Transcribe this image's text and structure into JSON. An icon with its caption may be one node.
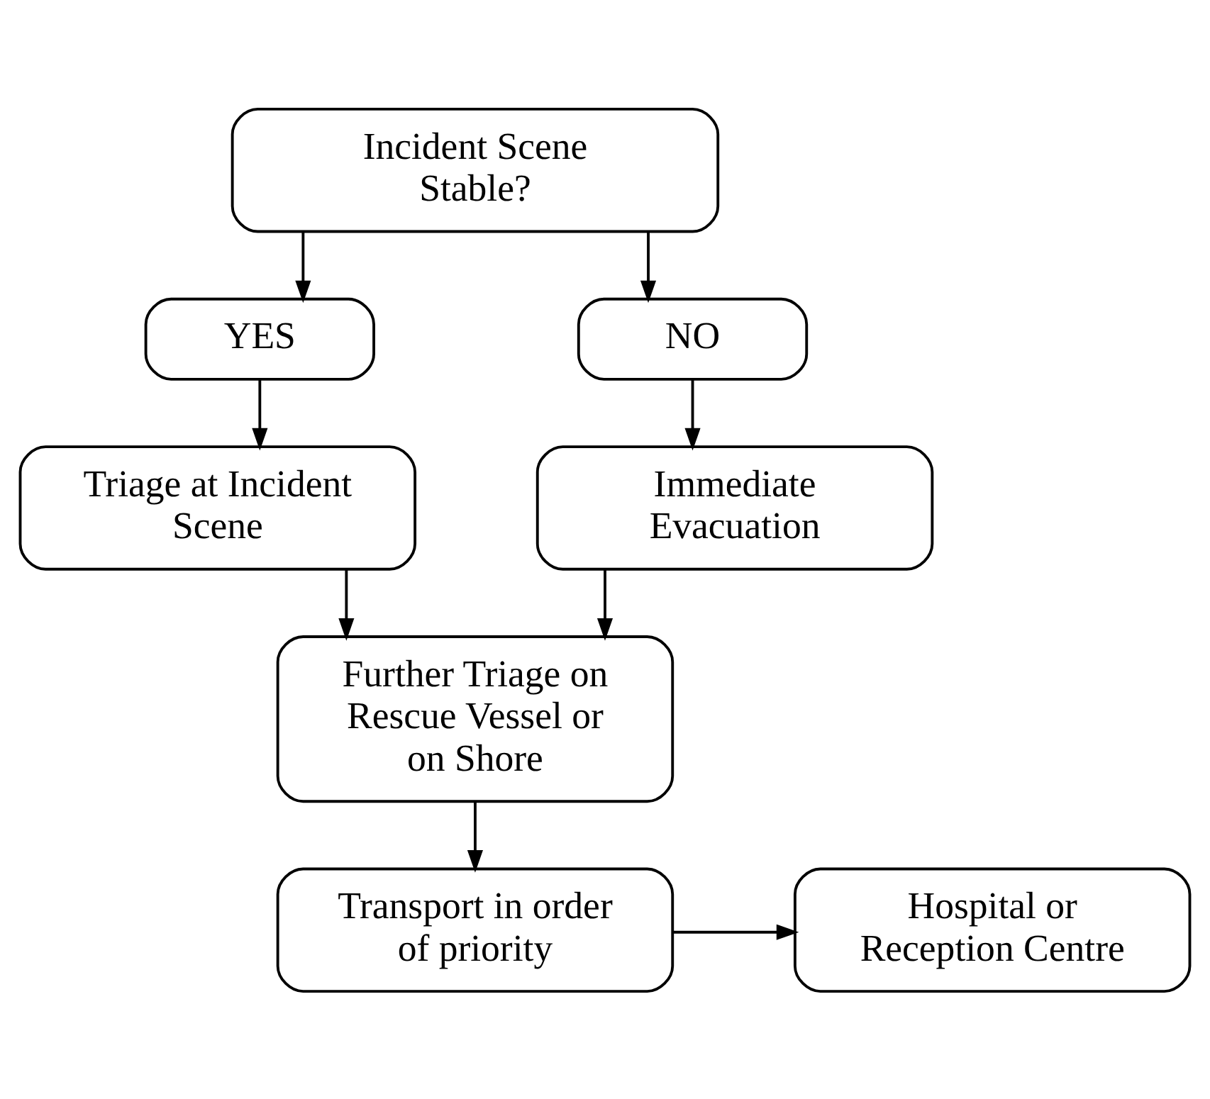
{
  "diagram": {
    "nodes": [
      {
        "text": [
          "Incident Scene Stable?"
        ]
      },
      {
        "text": [
          "YES"
        ]
      },
      {
        "text": [
          "NO"
        ]
      },
      {
        "text": [
          "Triage at Incident Scene"
        ]
      },
      {
        "text": [
          "Immediate Evacuation"
        ]
      },
      {
        "text": [
          "Further Triage on Rescue Vessel or on Shore"
        ]
      },
      {
        "text": [
          "Transport in order of priority"
        ]
      },
      {
        "text": [
          "Hospital or Reception Centre"
        ]
      }
    ],
    "edges": [
      {
        "from": 0,
        "to": 1,
        "arrow": "to"
      },
      {
        "from": 0,
        "to": 2,
        "arrow": "to"
      },
      {
        "from": 1,
        "to": 3,
        "arrow": "to"
      },
      {
        "from": 2,
        "to": 4,
        "arrow": "to"
      },
      {
        "from": 3,
        "to": 5,
        "arrow": "to"
      },
      {
        "from": 4,
        "to": 5,
        "arrow": "to"
      },
      {
        "from": 5,
        "to": 6,
        "arrow": "to"
      },
      {
        "from": 6,
        "to": 7,
        "arrow": "to"
      }
    ]
  }
}
